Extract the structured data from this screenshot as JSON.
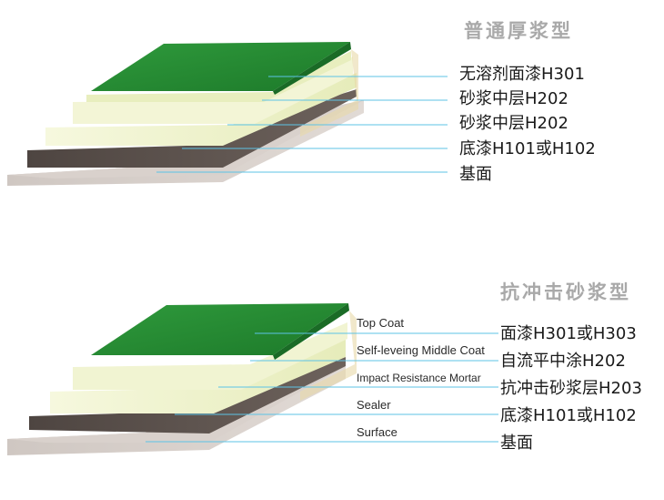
{
  "diagram1": {
    "title": "普通厚浆型",
    "layers": [
      {
        "label": "无溶剂面漆H301"
      },
      {
        "label": "砂浆中层H202"
      },
      {
        "label": "砂浆中层H202"
      },
      {
        "label": "底漆H101或H102"
      },
      {
        "label": "基面"
      }
    ]
  },
  "diagram2": {
    "title": "抗冲击砂浆型",
    "layers": [
      {
        "en": "Top Coat",
        "cn": "面漆H301或H303"
      },
      {
        "en": "Self-leveing Middle Coat",
        "cn": "自流平中涂H202"
      },
      {
        "en": "Impact Resistance Mortar",
        "cn": "抗冲击砂浆层H203"
      },
      {
        "en": "Sealer",
        "cn": "底漆H101或H102"
      },
      {
        "en": "Surface",
        "cn": "基面"
      }
    ]
  },
  "colors": {
    "green": "#2e8f3a",
    "green_dark": "#1f6e28",
    "cream": "#eef3c8",
    "cream2": "#f4f6d4",
    "primer": "#5a4f4a",
    "surface": "#d7cfca",
    "leader": "#5cc3e6"
  }
}
